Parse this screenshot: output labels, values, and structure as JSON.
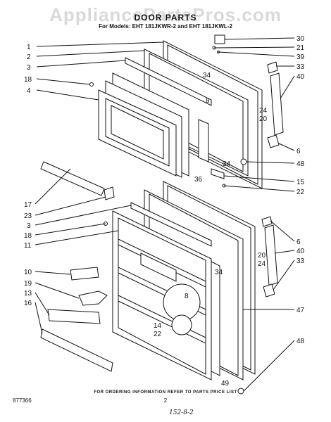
{
  "watermark": "AppliancePartsPros.com",
  "title": "DOOR PARTS",
  "models": "For Models: EHT 181JKWR-2 and EHT 181JKWL-2",
  "footer_note": "FOR ORDERING INFORMATION REFER TO PARTS PRICE LIST",
  "code": "877366",
  "page_number": "2",
  "handwritten": "152-8-2",
  "callouts_left": [
    "1",
    "2",
    "3",
    "18",
    "4",
    "17",
    "23",
    "3",
    "18",
    "11",
    "10",
    "19",
    "13",
    "16"
  ],
  "callouts_right": [
    "30",
    "21",
    "39",
    "33",
    "40",
    "24",
    "20",
    "6",
    "48",
    "15",
    "22",
    "6",
    "40",
    "20",
    "24",
    "33",
    "47",
    "48"
  ],
  "callouts_inner": [
    "34",
    "8",
    "34",
    "36",
    "34",
    "8",
    "14",
    "22",
    "49"
  ]
}
